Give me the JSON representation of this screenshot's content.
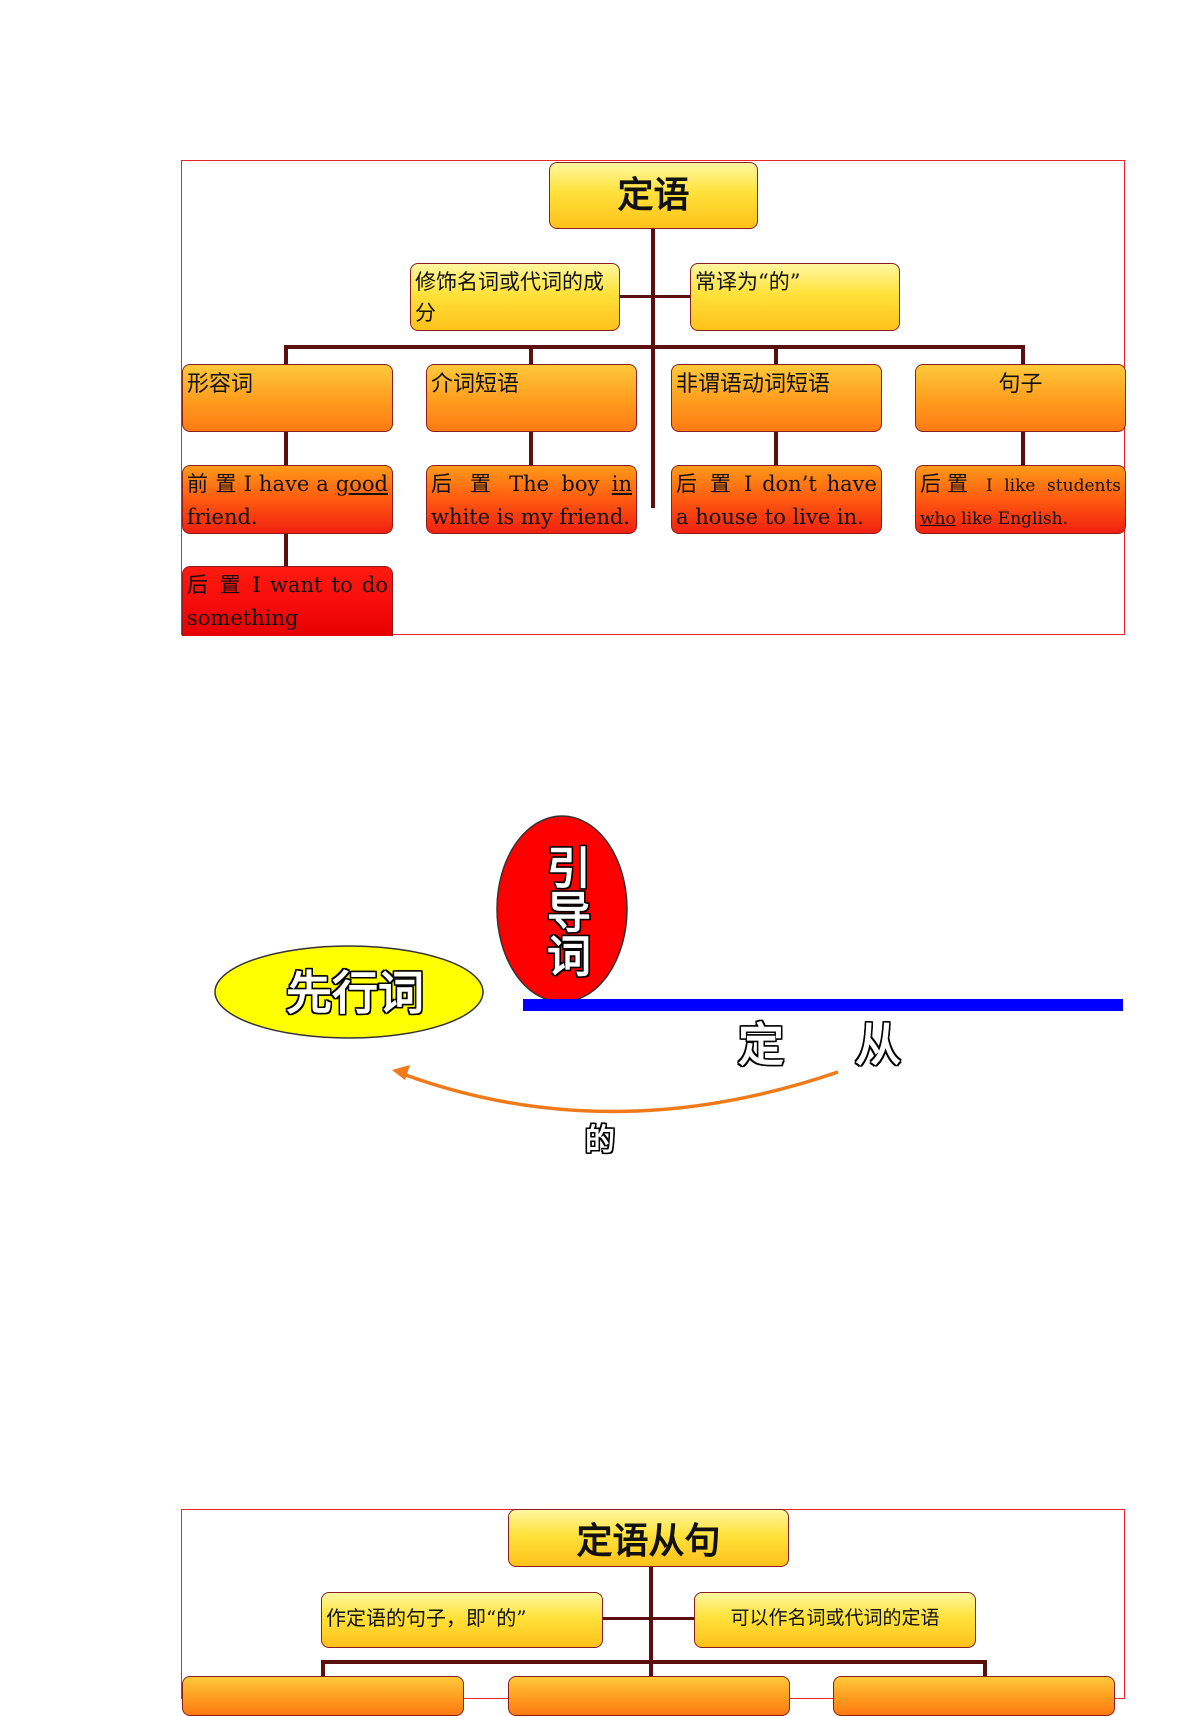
{
  "diagram1": {
    "title": "定语",
    "desc_left": "修饰名词或代词的成分",
    "desc_right": "常译为“的”",
    "categories": [
      {
        "label": "形容词"
      },
      {
        "label": "介词短语"
      },
      {
        "label": "非谓语动词短语"
      },
      {
        "label": "句子"
      }
    ],
    "examples": {
      "adj_pre_prefix": "前 置",
      "adj_pre_text": "I have a",
      "adj_pre_under": "good",
      "adj_pre_tail": "friend.",
      "adj_post_prefix": "后 置",
      "adj_post_text": "I want to do something interesting.",
      "prep_prefix": "后 置",
      "prep_text": "The boy",
      "prep_under": "in",
      "prep_tail": "white is my friend.",
      "nonfinite_prefix": "后 置",
      "nonfinite_text": "I don’t have a house to live in.",
      "clause_prefix": "后置",
      "clause_text": "I like students",
      "clause_under": "who",
      "clause_tail": "like English."
    }
  },
  "diagram2": {
    "antecedent": "先行词",
    "relative_word": "引导词",
    "clause_char_1": "定",
    "clause_char_2": "从",
    "meaning": "的",
    "colors": {
      "ellipse_yellow": "#ffff00",
      "ellipse_red": "#ff0000",
      "bar_blue": "#0000ff",
      "arrow_orange": "#f07a1a"
    }
  },
  "diagram3": {
    "title": "定语从句",
    "desc_left": "作定语的句子，即“的”",
    "desc_right": "可以作名词或代词的定语"
  }
}
